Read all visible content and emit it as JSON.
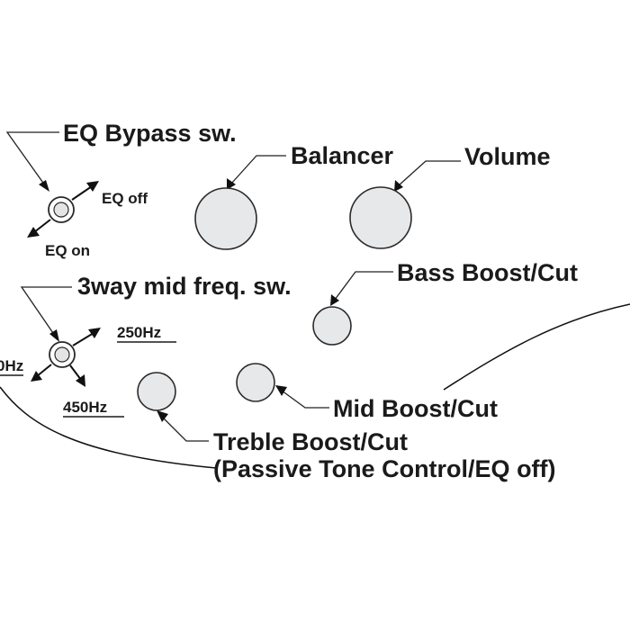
{
  "colors": {
    "background": "#ffffff",
    "text": "#1a1a1a",
    "knob_fill": "#e7e8ea",
    "outline": "#2a2a2a"
  },
  "labels": {
    "eq_bypass_switch": "EQ Bypass sw.",
    "eq_off": "EQ off",
    "eq_on": "EQ on",
    "balancer": "Balancer",
    "volume": "Volume",
    "mid_freq_switch": "3way mid freq. sw.",
    "bass": "Bass Boost/Cut",
    "freq_250": "250Hz",
    "freq_450": "450Hz",
    "freq_partial": "0Hz",
    "mid": "Mid Boost/Cut",
    "treble_line1": "Treble Boost/Cut",
    "treble_line2": "(Passive Tone Control/EQ off)"
  }
}
